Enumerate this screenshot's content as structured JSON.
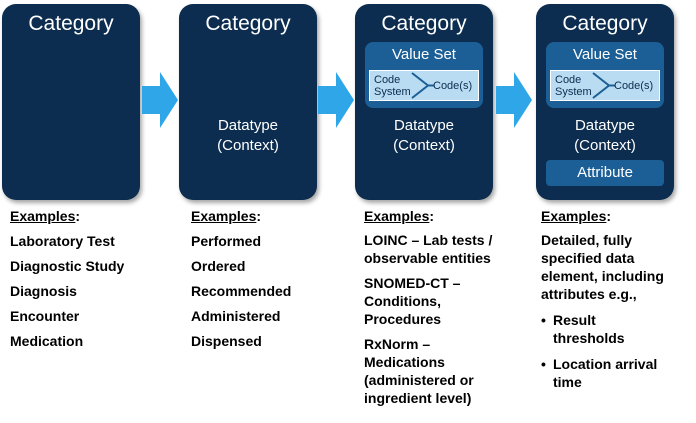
{
  "cards": [
    {
      "title": "Category"
    },
    {
      "title": "Category",
      "datatype_line1": "Datatype",
      "datatype_line2": "(Context)"
    },
    {
      "title": "Category",
      "value_set": "Value Set",
      "code_system_line1": "Code",
      "code_system_line2": "System",
      "codes": "Code(s)",
      "datatype_line1": "Datatype",
      "datatype_line2": "(Context)"
    },
    {
      "title": "Category",
      "value_set": "Value Set",
      "code_system_line1": "Code",
      "code_system_line2": "System",
      "codes": "Code(s)",
      "datatype_line1": "Datatype",
      "datatype_line2": "(Context)",
      "attribute": "Attribute"
    }
  ],
  "examples": [
    {
      "heading": "Examples",
      "items": [
        "Laboratory Test",
        "Diagnostic Study",
        "Diagnosis",
        "Encounter",
        "Medication"
      ]
    },
    {
      "heading": "Examples",
      "items": [
        "Performed",
        "Ordered",
        "Recommended",
        "Administered",
        "Dispensed"
      ]
    },
    {
      "heading": "Examples",
      "blocks": [
        [
          "LOINC – Lab tests /",
          "observable entities"
        ],
        [
          "SNOMED-CT –",
          "Conditions,",
          "Procedures"
        ],
        [
          "RxNorm –",
          "Medications",
          "(administered or",
          "ingredient level)"
        ]
      ]
    },
    {
      "heading": "Examples",
      "intro": [
        "Detailed, fully",
        "specified data",
        "element, including",
        "attributes e.g.,"
      ],
      "bullets": [
        [
          "Result",
          "thresholds"
        ],
        [
          "Location arrival",
          "time"
        ]
      ]
    }
  ],
  "colors": {
    "card": "#0c2d4f",
    "value_set": "#1b5f96",
    "code_system": "#b9dcf2",
    "arrow": "#2fa6e8"
  }
}
